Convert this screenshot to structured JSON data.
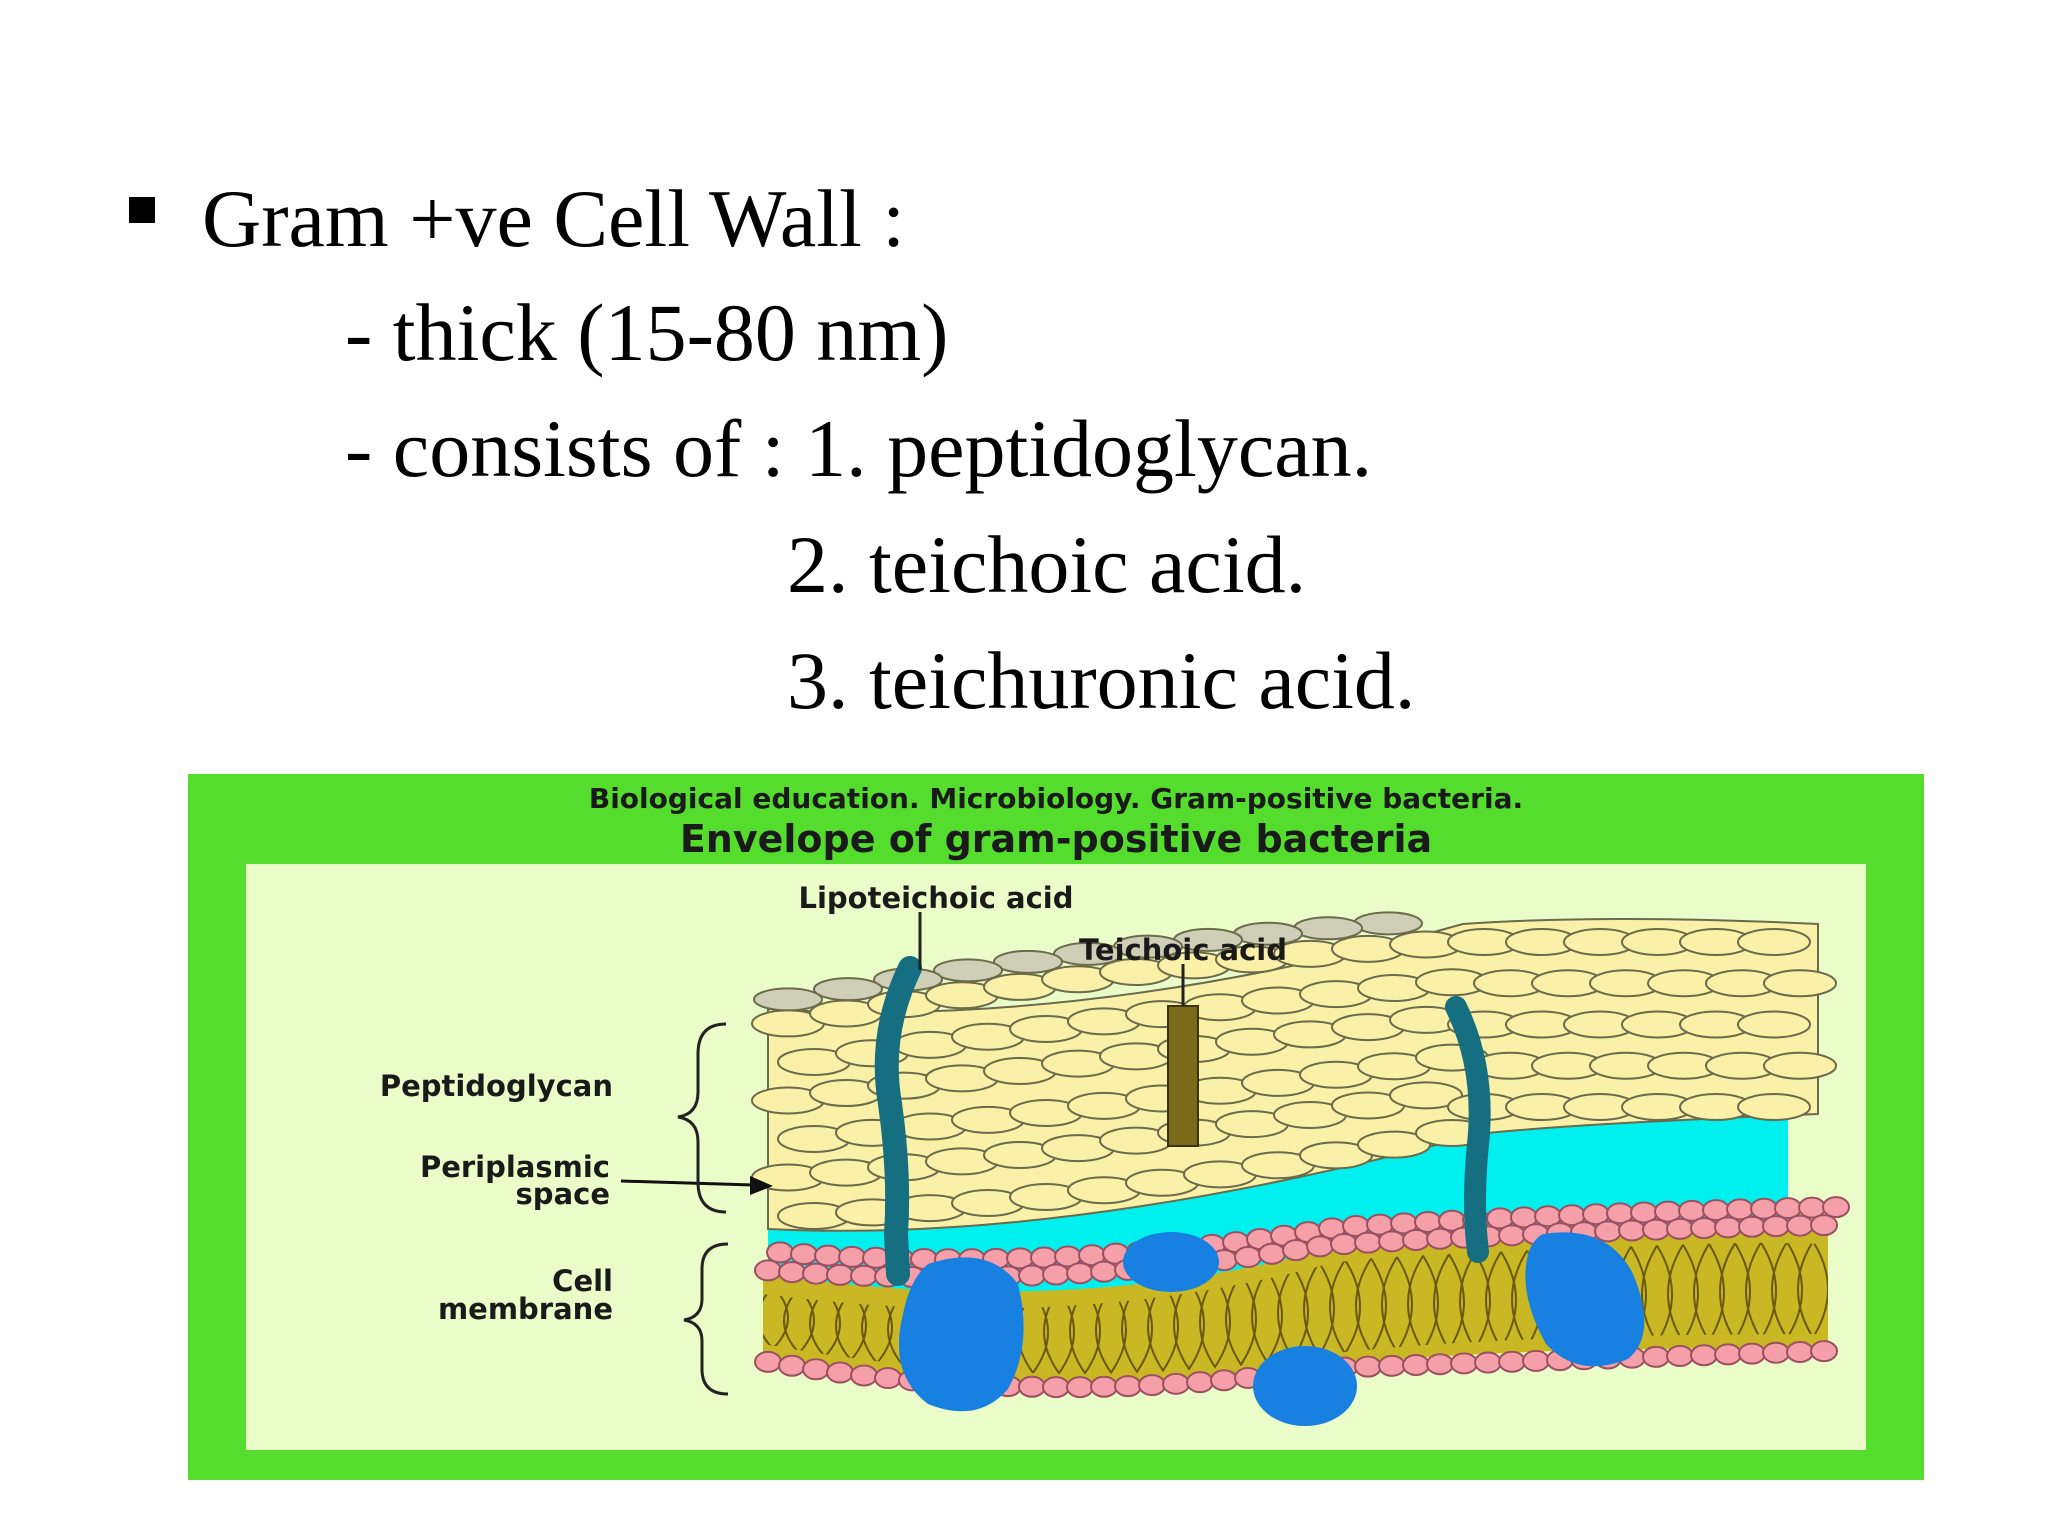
{
  "slide": {
    "heading": "Gram +ve Cell Wall :",
    "line_thick": "- thick (15-80 nm)",
    "line_consists": "- consists of : 1. peptidoglycan.",
    "item_2": "2. teichoic acid.",
    "item_3": "3. teichuronic acid."
  },
  "figure": {
    "caption_top": "Biological education. Microbiology. Gram-positive bacteria.",
    "title": "Envelope of gram-positive bacteria",
    "labels": {
      "lipoteichoic": "Lipoteichoic acid",
      "teichoic": "Teichoic acid",
      "peptidoglycan": "Peptidoglycan",
      "periplasmic_1": "Periplasmic",
      "periplasmic_2": "space",
      "membrane_1": "Cell",
      "membrane_2": "membrane"
    },
    "colors": {
      "frame": "#55dd2e",
      "inner": "#eafdc8",
      "peptidoglycan": "#fbf0a8",
      "periplasm": "#00f0f0",
      "lipid_head": "#f5a0a8",
      "lipid_tail": "#c9b724",
      "protein": "#1880e0",
      "lipoteichoic": "#156f80",
      "teichoic": "#7a6a1a"
    }
  }
}
